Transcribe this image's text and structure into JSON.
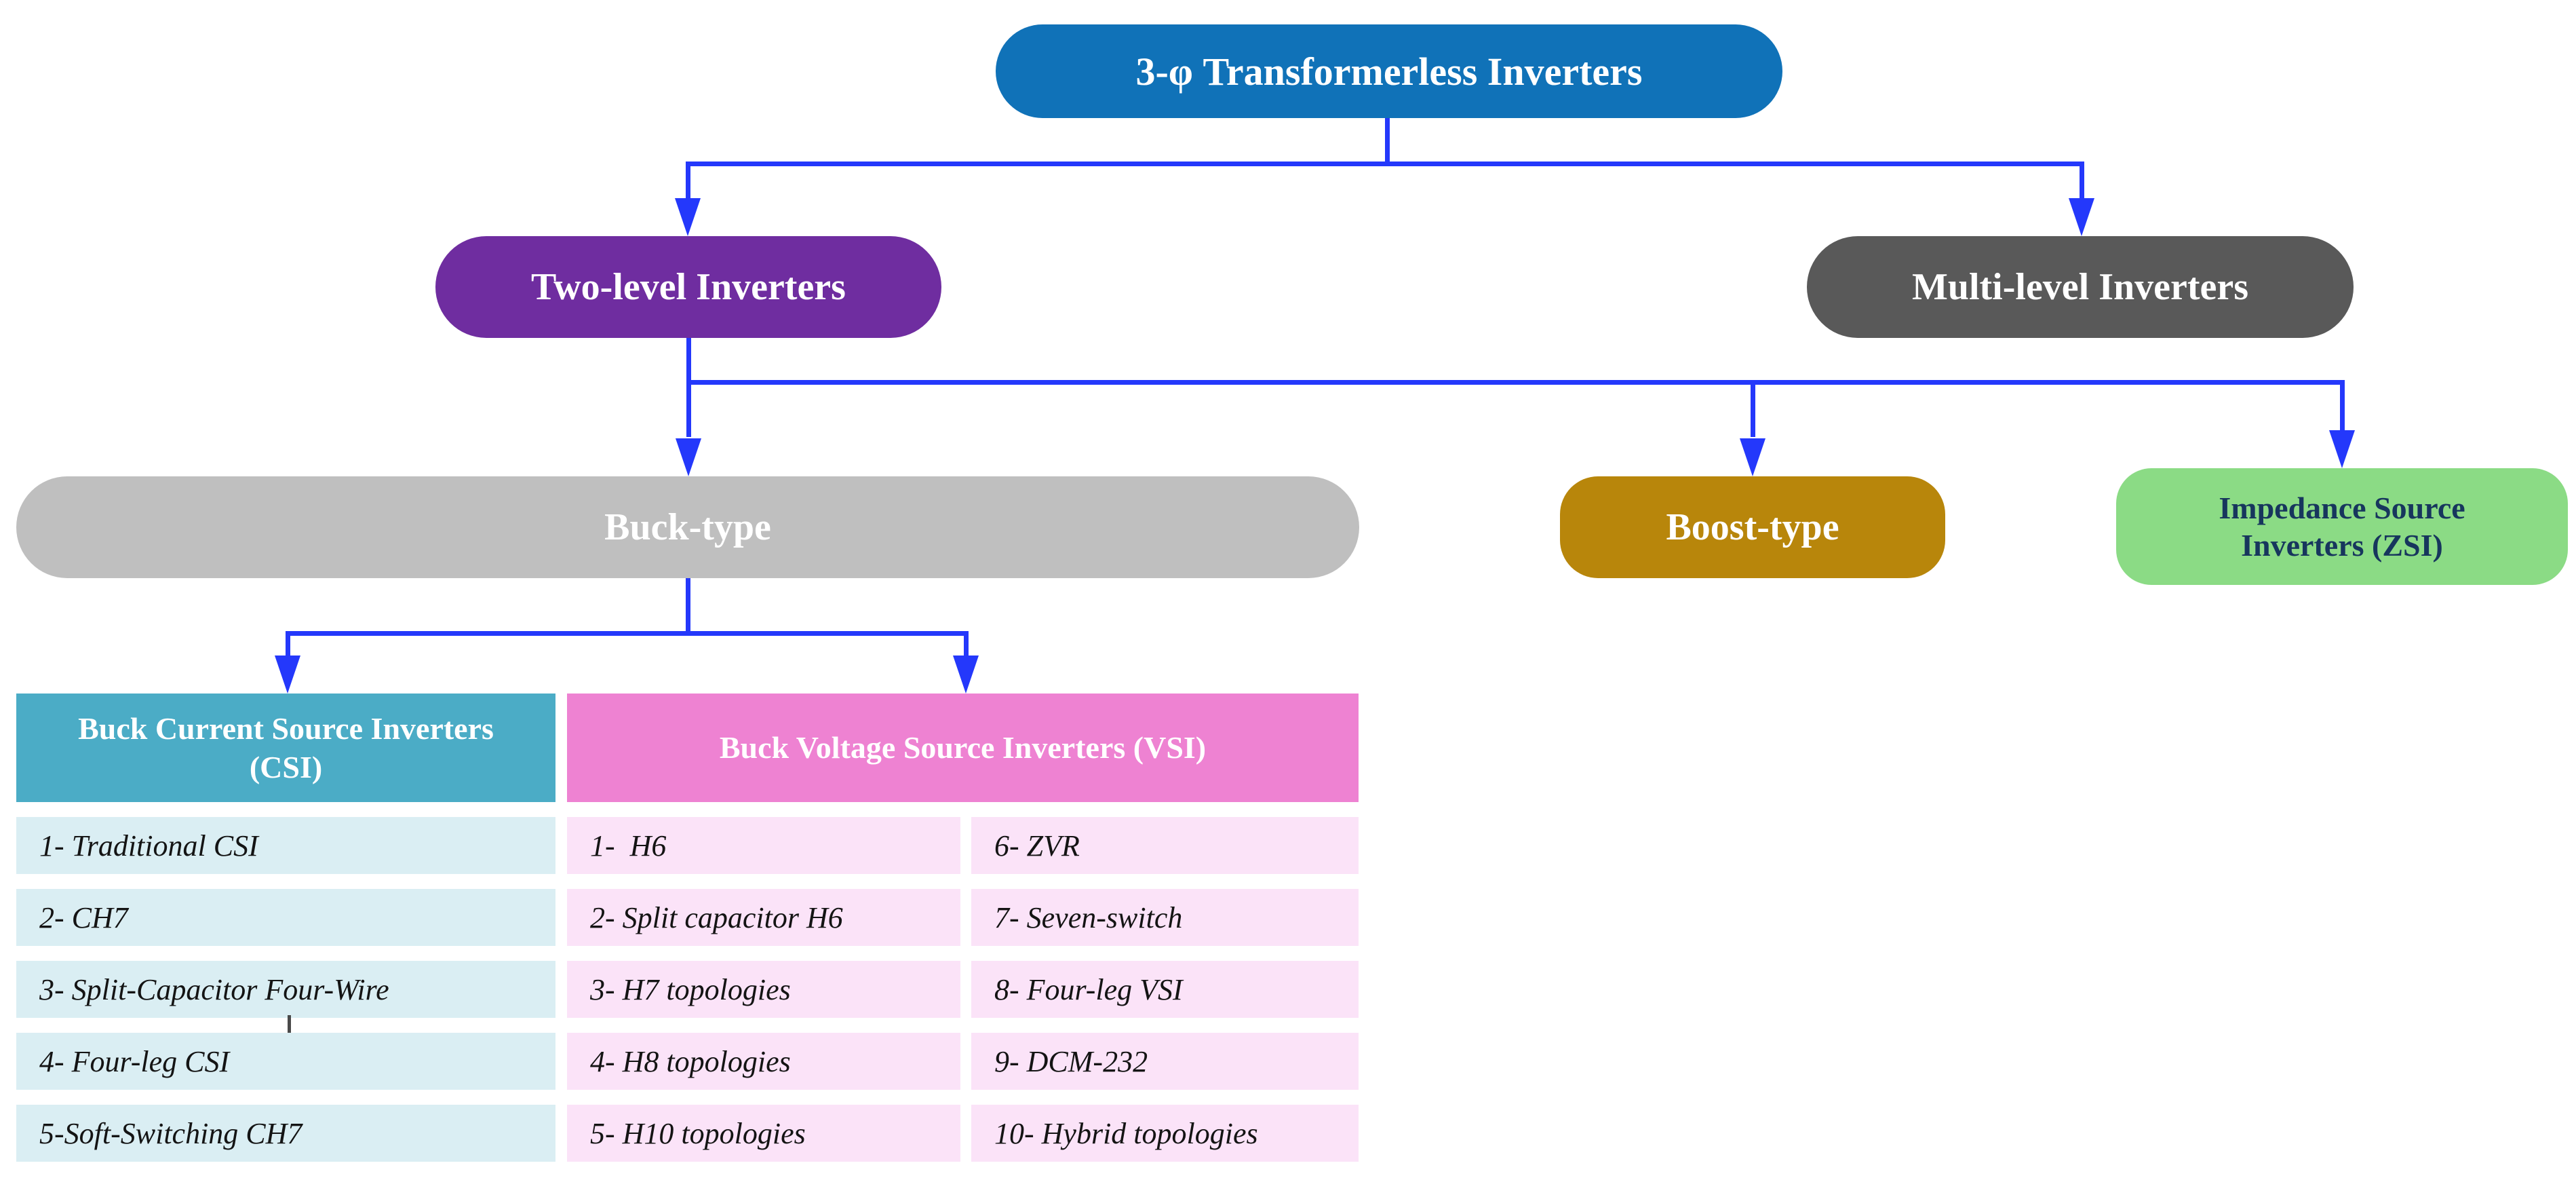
{
  "nodes": {
    "root": "3-φ Transformerless Inverters",
    "two_level": "Two-level Inverters",
    "multi_level": "Multi-level Inverters",
    "buck_type": "Buck-type",
    "boost_type": "Boost-type",
    "zsi": "Impedance Source Inverters (ZSI)"
  },
  "tables": {
    "csi": {
      "header": "Buck Current Source Inverters (CSI)",
      "items": [
        "1- Traditional CSI",
        "2- CH7",
        "3- Split-Capacitor Four-Wire",
        "4- Four-leg CSI",
        "5-Soft-Switching CH7"
      ]
    },
    "vsi": {
      "header": "Buck Voltage Source Inverters (VSI)",
      "items_col1": [
        "1-  H6",
        "2- Split capacitor H6",
        "3- H7 topologies",
        "4- H8 topologies",
        "5- H10 topologies"
      ],
      "items_col2": [
        "6- ZVR",
        "7- Seven-switch",
        "8- Four-leg VSI",
        "9- DCM-232",
        "10- Hybrid topologies"
      ]
    }
  },
  "colors": {
    "root_bg": "#1072b8",
    "two_level_bg": "#6f2da0",
    "multi_level_bg": "#595959",
    "buck_bg": "#bfbfbf",
    "boost_bg": "#b8860b",
    "zsi_bg": "#8bdb85",
    "zsi_text": "#17365d",
    "csi_header_bg": "#4bacc6",
    "vsi_header_bg": "#ee82d2",
    "csi_row_bg": "#daeef3",
    "vsi_row_bg": "#fbe3f8",
    "connector": "#2438fb",
    "node_text": "#ffffff"
  }
}
